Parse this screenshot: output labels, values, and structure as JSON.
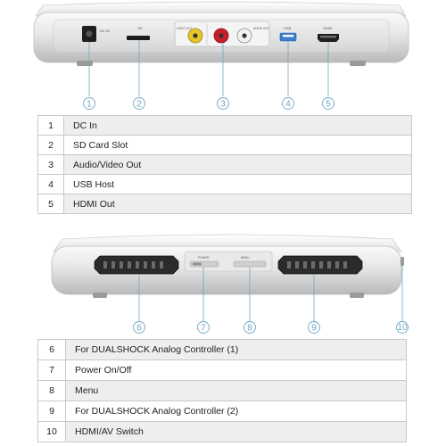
{
  "port_labels_top": {
    "dc_in": "DC IN",
    "sd": "SD",
    "video_out": "VIDEO OUT",
    "usb": "USB",
    "hdmi": "HDMI",
    "audio_out": "AUDIO OUT"
  },
  "switch_labels_front": {
    "power": "POWER",
    "menu": "MENU"
  },
  "callouts_top": [
    "1",
    "2",
    "3",
    "4",
    "5"
  ],
  "callouts_bottom": [
    "6",
    "7",
    "8",
    "9",
    "10"
  ],
  "table_top": [
    {
      "num": "1",
      "label": "DC In"
    },
    {
      "num": "2",
      "label": "SD Card Slot"
    },
    {
      "num": "3",
      "label": "Audio/Video Out"
    },
    {
      "num": "4",
      "label": "USB Host"
    },
    {
      "num": "5",
      "label": "HDMI Out"
    }
  ],
  "table_bottom": [
    {
      "num": "6",
      "label": "For DUALSHOCK Analog Controller (1)"
    },
    {
      "num": "7",
      "label": "Power On/Off"
    },
    {
      "num": "8",
      "label": "Menu"
    },
    {
      "num": "9",
      "label": "For DUALSHOCK Analog Controller (2)"
    },
    {
      "num": "10",
      "label": "HDMI/AV Switch"
    }
  ],
  "colors": {
    "callout": "#6fa6c4",
    "device_body": "#e8e8e8",
    "port_dark": "#2a2a2a",
    "rca_yellow": "#e6c42a",
    "rca_red": "#c8202a",
    "rca_white": "#f2f2f2"
  }
}
